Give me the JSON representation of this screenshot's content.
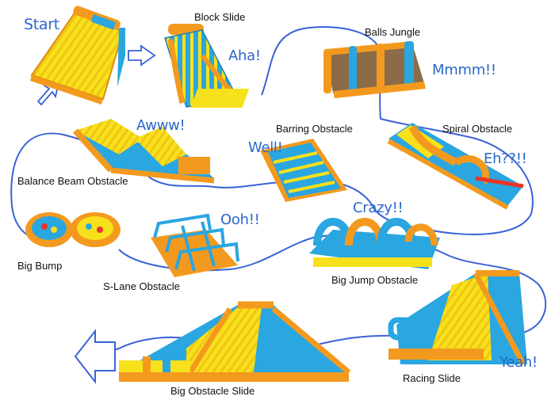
{
  "start_label": "Start",
  "stations": [
    {
      "name": "Block Slide",
      "exclaim": "Aha!"
    },
    {
      "name": "Balls Jungle",
      "exclaim": "Mmmm!!"
    },
    {
      "name": "Spiral Obstacle",
      "exclaim": "Eh??!!"
    },
    {
      "name": "Barring Obstacle",
      "exclaim": "Well!"
    },
    {
      "name": "Balance Beam Obstacle",
      "exclaim": "Awww!"
    },
    {
      "name": "Big Bump",
      "exclaim": ""
    },
    {
      "name": "S-Lane Obstacle",
      "exclaim": "Ooh!!"
    },
    {
      "name": "Big Jump Obstacle",
      "exclaim": "Crazy!!"
    },
    {
      "name": "Racing Slide",
      "exclaim": "Yeah!"
    },
    {
      "name": "Big Obstacle Slide",
      "exclaim": ""
    }
  ],
  "colors": {
    "path": "#3a63d6",
    "exclaim": "#2a67c9",
    "orange": "#f39a1e",
    "blue": "#2aa6e0",
    "yellow": "#f7e11b",
    "red": "#e8362a"
  }
}
